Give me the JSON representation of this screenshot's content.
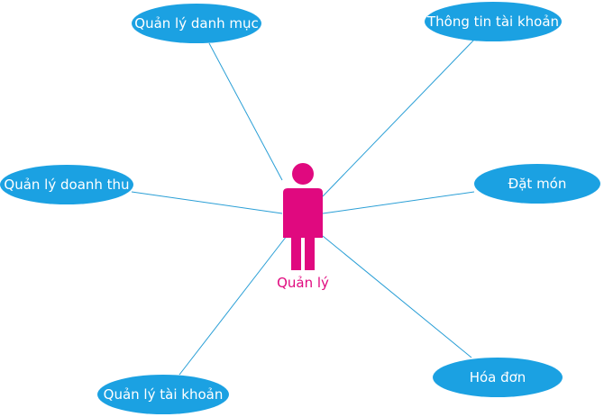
{
  "actor": {
    "label": "Quản lý",
    "color": "#E0097F"
  },
  "use_cases": [
    {
      "id": "quan-ly-danh-muc",
      "label": "Quản lý danh mục"
    },
    {
      "id": "thong-tin-tai-khoan",
      "label": "Thông tin tài khoản"
    },
    {
      "id": "quan-ly-doanh-thu",
      "label": "Quản lý doanh thu"
    },
    {
      "id": "dat-mon",
      "label": "Đặt món"
    },
    {
      "id": "quan-ly-tai-khoan",
      "label": "Quản lý tài khoản"
    },
    {
      "id": "hoa-don",
      "label": "Hóa đơn"
    }
  ],
  "colors": {
    "ellipse_fill": "#1BA1E2",
    "connector": "#2A9FD6",
    "ellipse_text": "#FFFFFF"
  }
}
